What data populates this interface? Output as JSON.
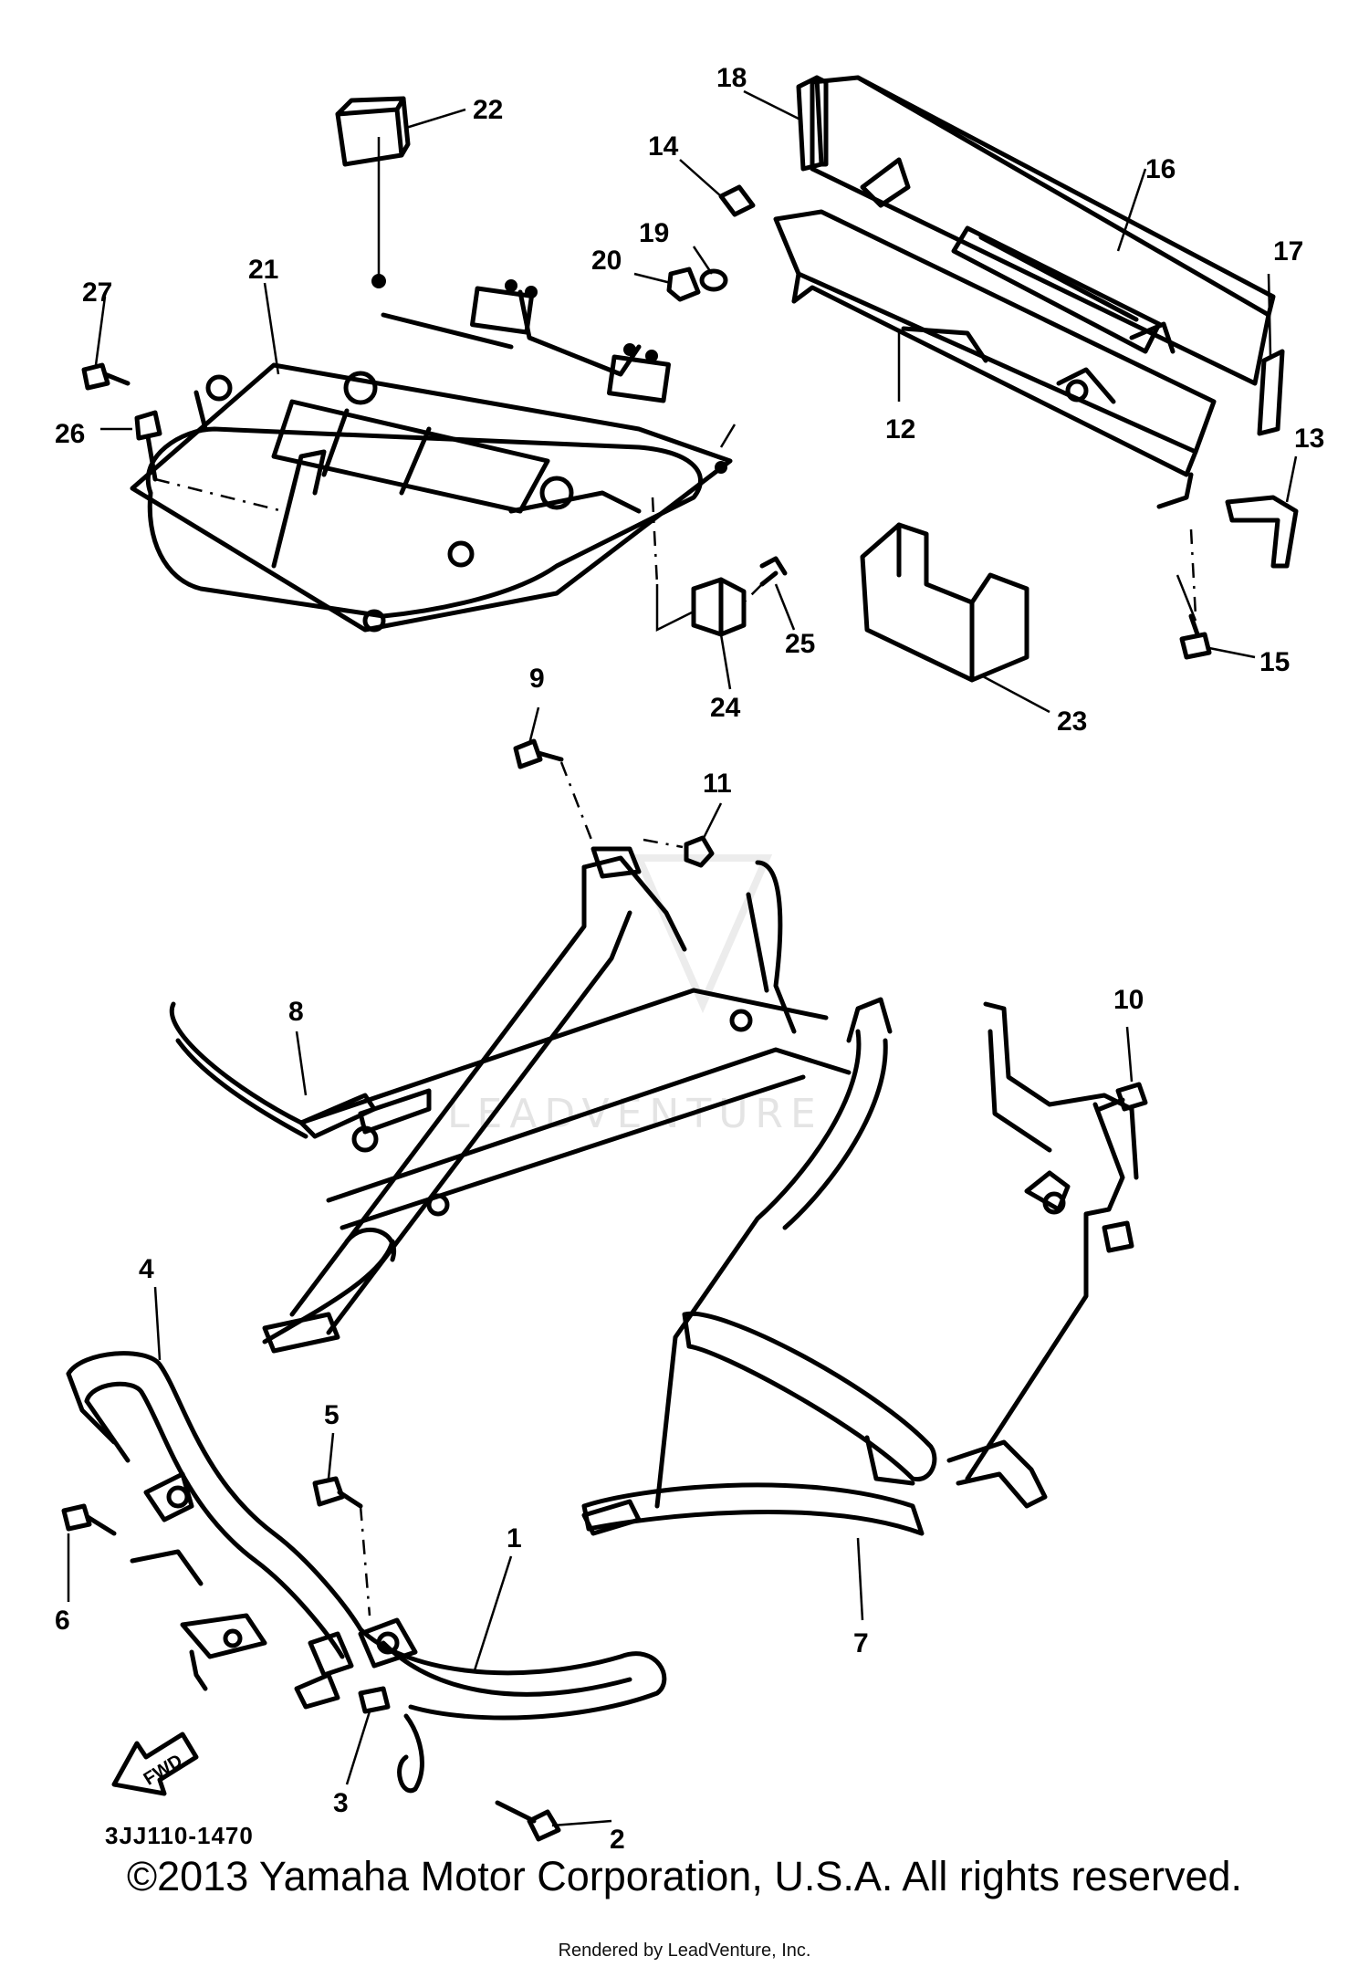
{
  "diagram": {
    "code": "3JJ110-1470",
    "fwd_label": "FWD",
    "watermark_text": "LEADVENTURE",
    "callouts": [
      "1",
      "2",
      "3",
      "4",
      "5",
      "6",
      "7",
      "8",
      "9",
      "10",
      "11",
      "12",
      "13",
      "14",
      "15",
      "16",
      "17",
      "18",
      "19",
      "20",
      "21",
      "22",
      "23",
      "24",
      "25",
      "26",
      "27"
    ]
  },
  "footer": {
    "copyright": "©2013 Yamaha Motor Corporation, U.S.A. All rights reserved.",
    "rendered_by": "Rendered by LeadVenture, Inc."
  }
}
